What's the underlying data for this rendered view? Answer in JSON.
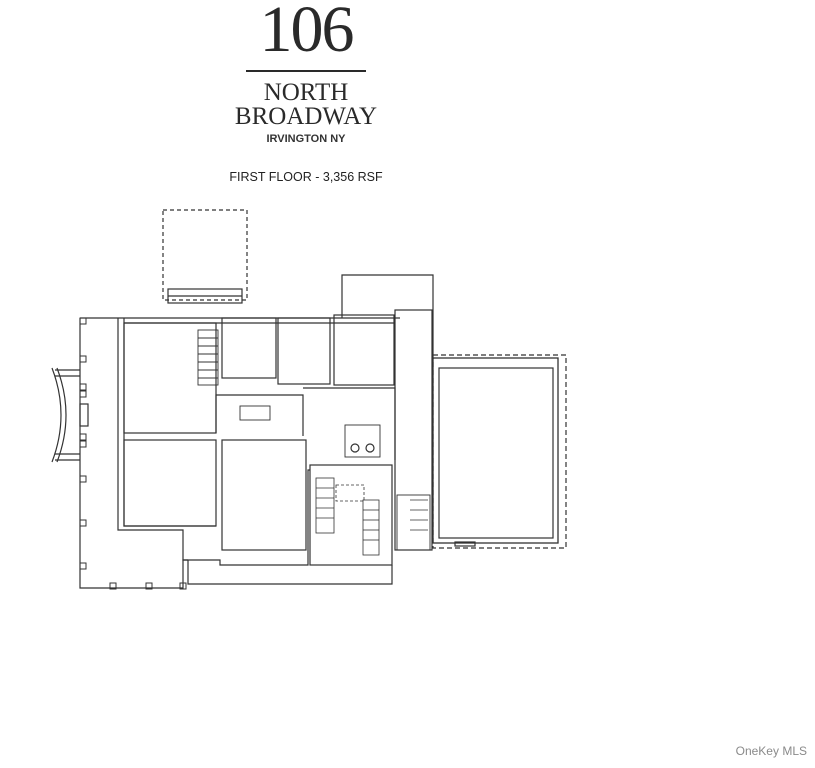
{
  "title_block": {
    "street_number": "106",
    "street_line1": "NORTH",
    "street_line2": "BROADWAY",
    "city_state": "IRVINGTON NY",
    "floor_caption": "FIRST FLOOR - 3,356 RSF"
  },
  "floor_plan": {
    "floor": "FIRST FLOOR",
    "area_rsf": "3,356",
    "line_color": "#333333",
    "background_color": "#ffffff",
    "features": [
      "front-porch-with-columns",
      "curved-entry-steps",
      "rear-dashed-terrace",
      "main-staircase",
      "secondary-staircases",
      "restrooms",
      "garage-wing-dashed-outline",
      "wrap-around-porch"
    ]
  },
  "watermark": {
    "text": "OneKey MLS"
  }
}
